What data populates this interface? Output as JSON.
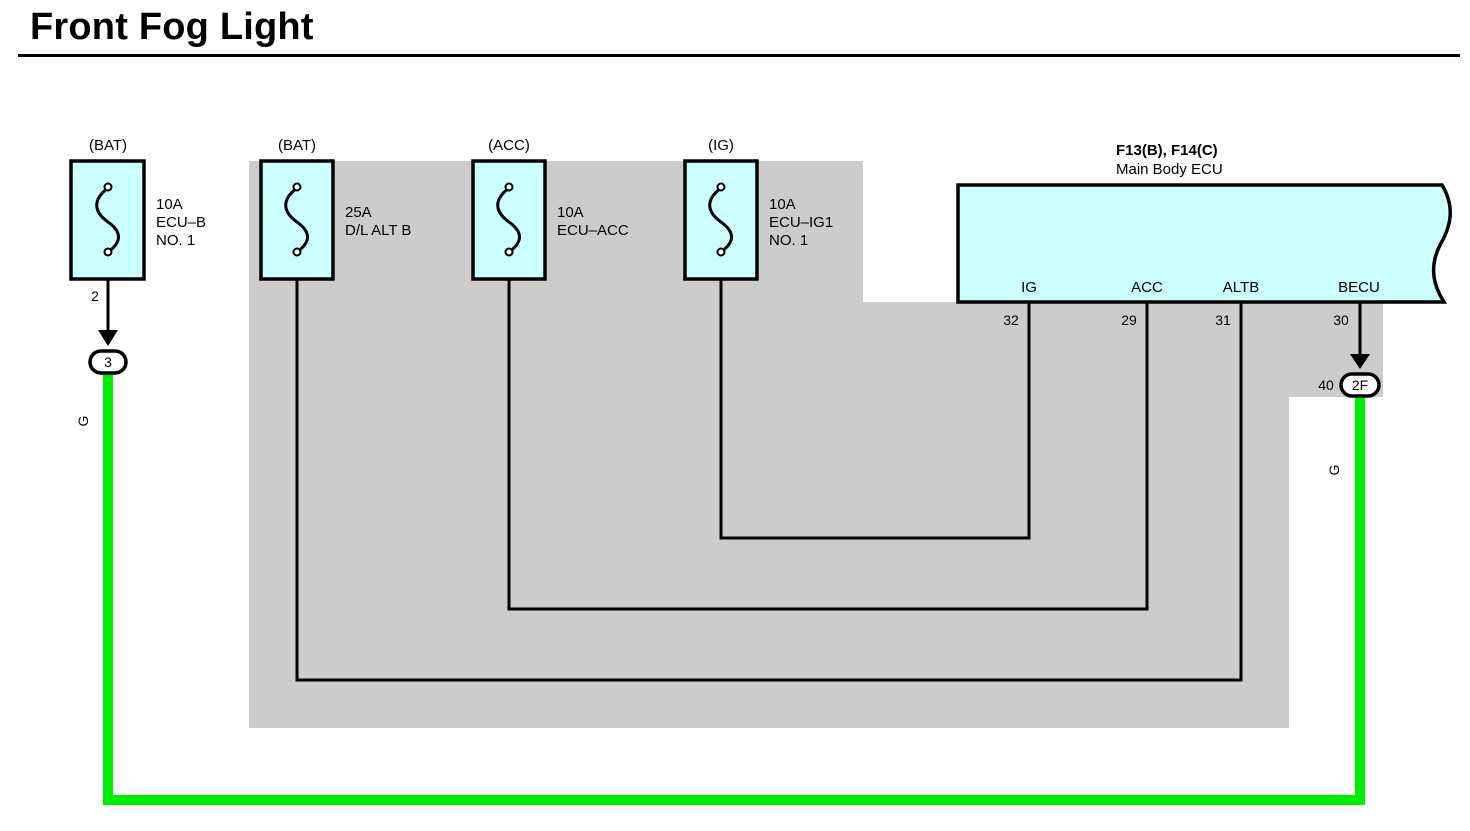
{
  "title": "Front Fog Light",
  "colors": {
    "shade": "#cccccc",
    "ecu_fill": "#ccffff",
    "fuse_fill": "#ccffff",
    "wire_green": "#00ee00",
    "wire_black": "#000000"
  },
  "fuses": [
    {
      "source": "(BAT)",
      "rating": "10A",
      "name": "ECU–B",
      "name2": "NO. 1",
      "pin": "2"
    },
    {
      "source": "(BAT)",
      "rating": "25A",
      "name": "D/L ALT B",
      "name2": ""
    },
    {
      "source": "(ACC)",
      "rating": "10A",
      "name": "ECU–ACC",
      "name2": ""
    },
    {
      "source": "(IG)",
      "rating": "10A",
      "name": "ECU–IG1",
      "name2": "NO. 1"
    }
  ],
  "ecu": {
    "connectors": "F13(B), F14(C)",
    "name": "Main Body ECU",
    "terminals": [
      {
        "label": "IG",
        "pin": "32"
      },
      {
        "label": "ACC",
        "pin": "29"
      },
      {
        "label": "ALTB",
        "pin": "31"
      },
      {
        "label": "BECU",
        "pin": "30"
      }
    ]
  },
  "junctions": {
    "left": {
      "label": "3",
      "wire_color": "G"
    },
    "right": {
      "label": "2F",
      "pin": "40",
      "wire_color": "G"
    }
  }
}
